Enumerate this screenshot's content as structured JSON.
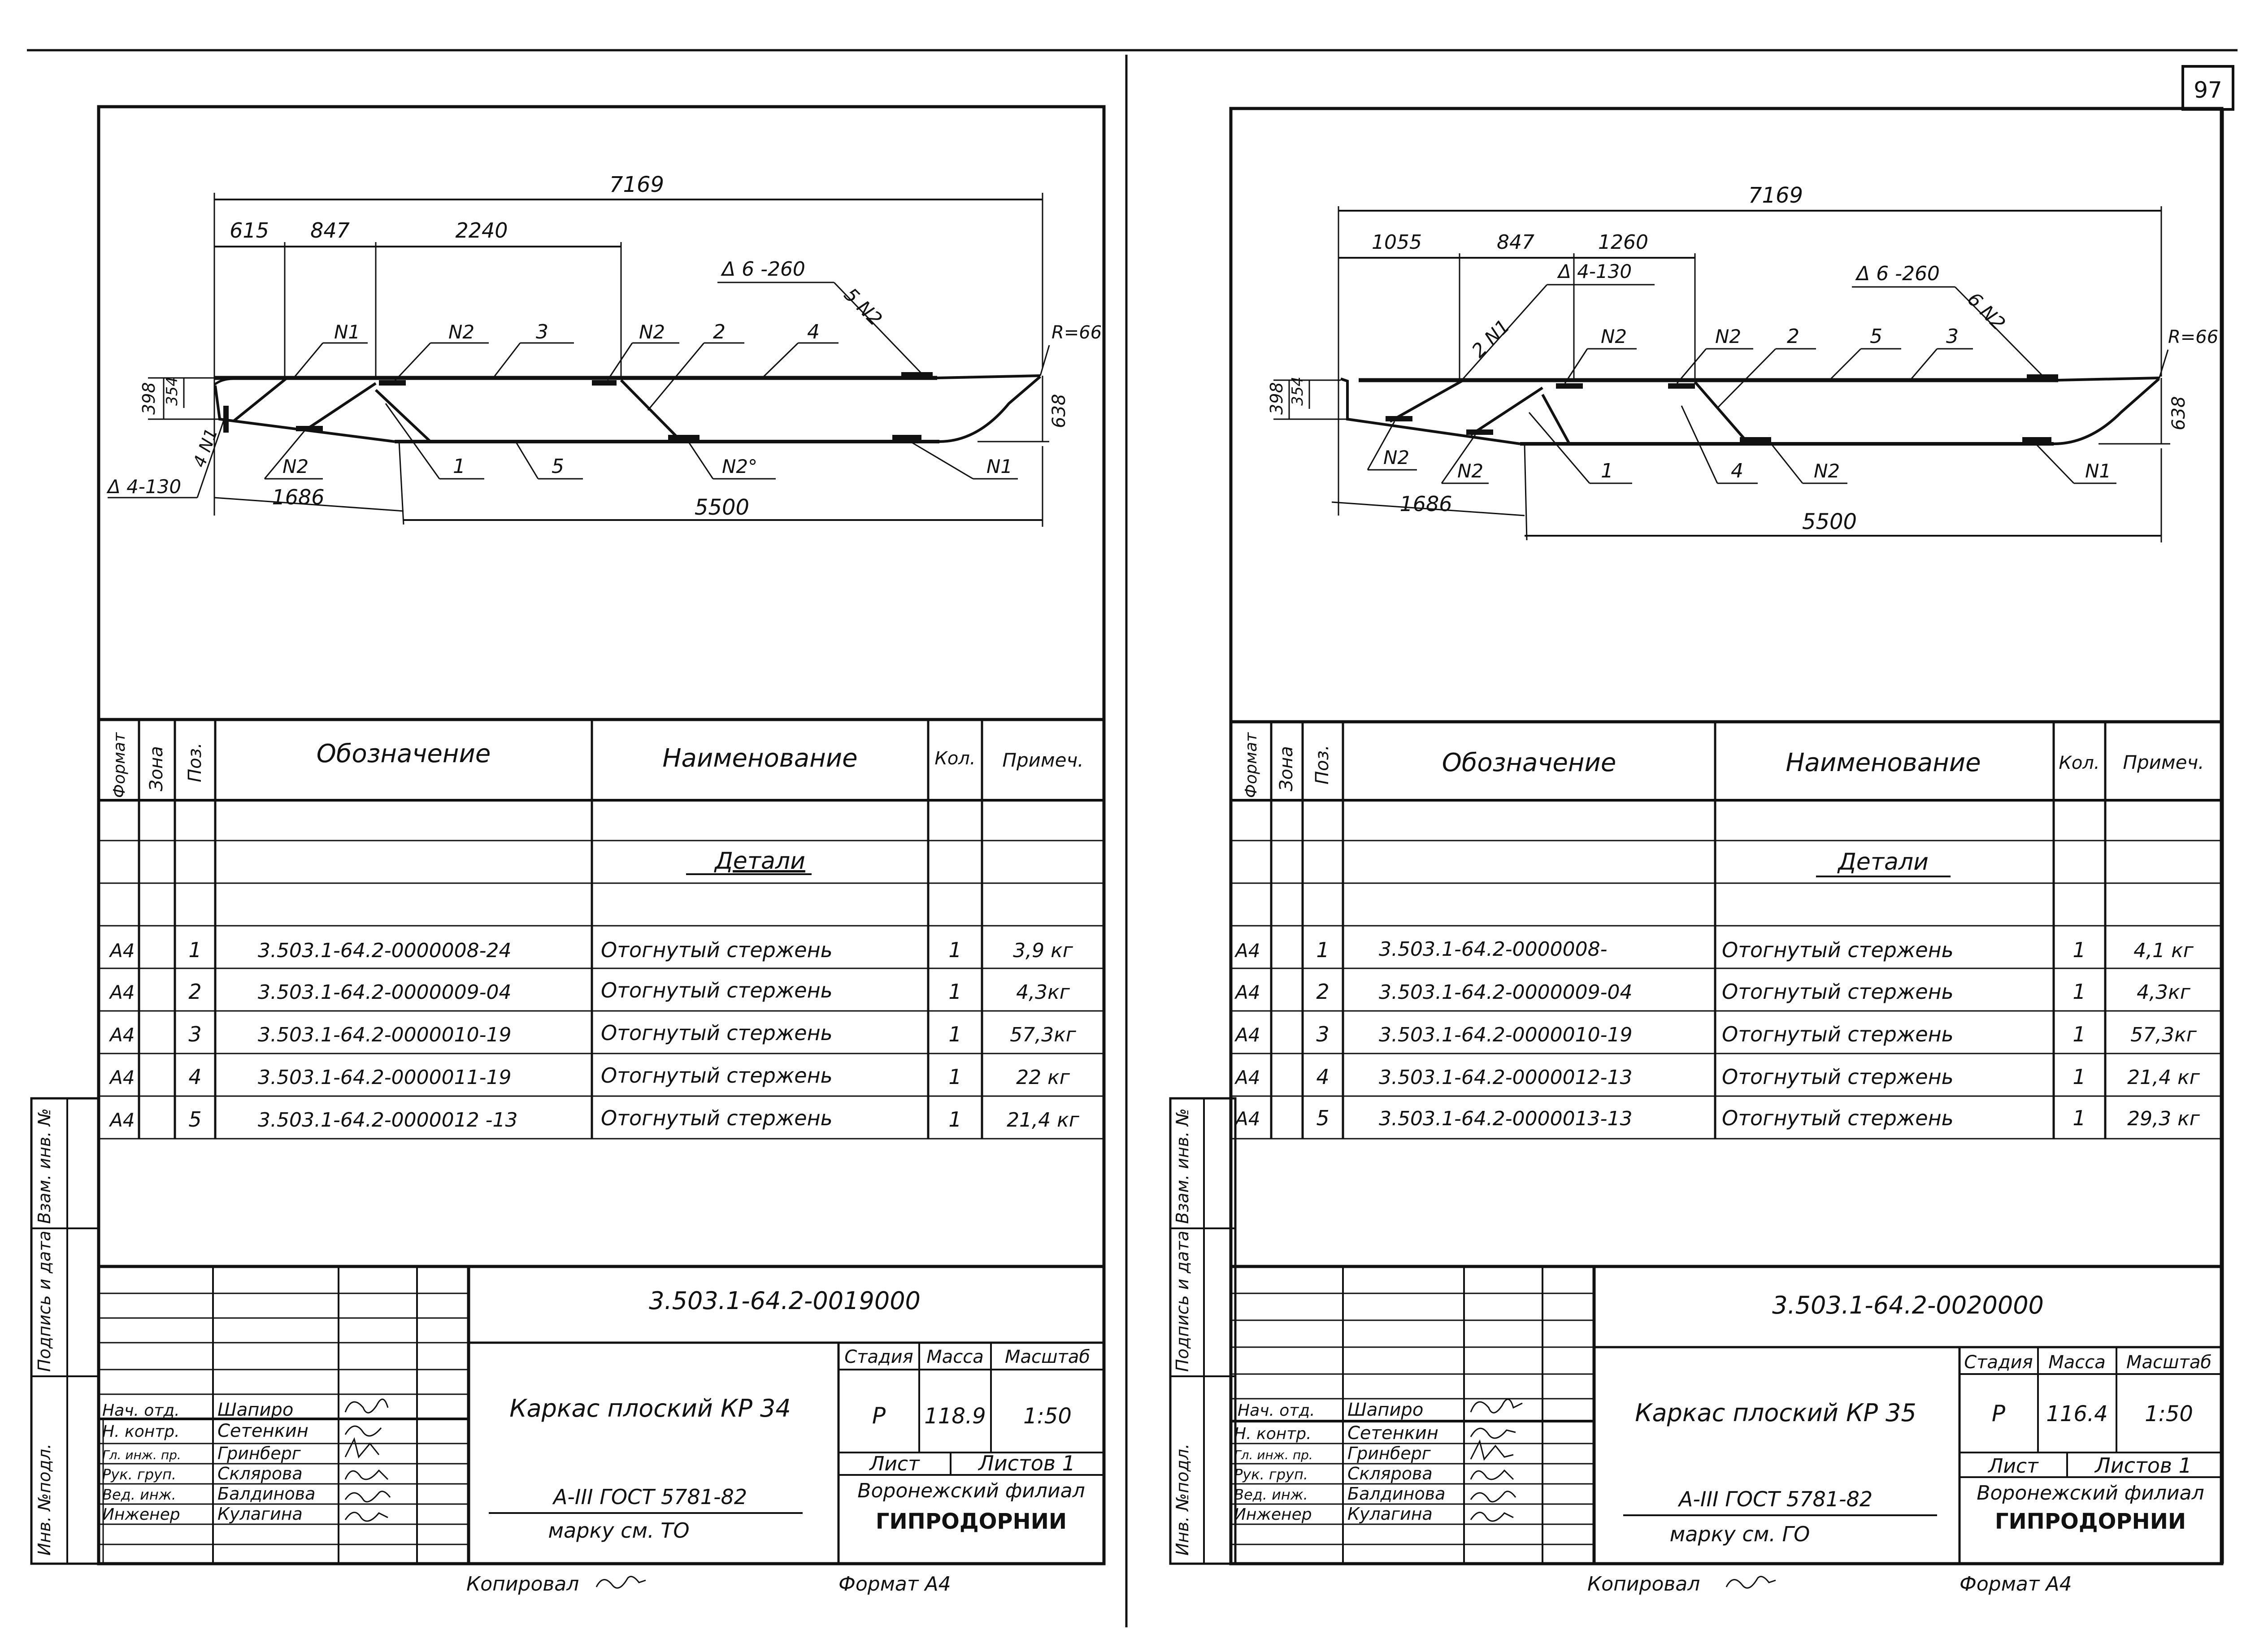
{
  "page_number": "97",
  "sheets": [
    {
      "dims": {
        "total": "7169",
        "d1": "615",
        "d2": "847",
        "d3": "2240",
        "bottom_left": "1686",
        "bottom_right": "5500",
        "h_outer": "398",
        "h_inner": "354",
        "h_right": "638",
        "radius": "R=66"
      },
      "callouts": {
        "weld_top": "Δ 6 -260",
        "weld_top_count": "5 N2",
        "weld_left": "Δ 4-130",
        "weld_left_count": "4 N1",
        "pos_labels": [
          "N1",
          "N2",
          "3",
          "N2",
          "2",
          "4",
          "N2",
          "1",
          "5",
          "N2°",
          "N1"
        ]
      },
      "spec_header": {
        "format": "Формат",
        "zone": "Зона",
        "pos": "Поз.",
        "designation": "Обозначение",
        "name": "Наименование",
        "qty": "Кол.",
        "note": "Примеч."
      },
      "section_title": "Детали",
      "rows": [
        {
          "format": "А4",
          "pos": "1",
          "designation": "3.503.1-64.2-0000008-24",
          "name": "Отогнутый   стержень",
          "qty": "1",
          "note": "3,9 кг"
        },
        {
          "format": "А4",
          "pos": "2",
          "designation": "3.503.1-64.2-0000009-04",
          "name": "Отогнутый  стержень",
          "qty": "1",
          "note": "4,3кг"
        },
        {
          "format": "А4",
          "pos": "3",
          "designation": "3.503.1-64.2-0000010-19",
          "name": "Отогнутый  стержень",
          "qty": "1",
          "note": "57,3кг"
        },
        {
          "format": "А4",
          "pos": "4",
          "designation": "3.503.1-64.2-0000011-19",
          "name": "Отогнутый  стержень",
          "qty": "1",
          "note": "22 кг"
        },
        {
          "format": "А4",
          "pos": "5",
          "designation": "3.503.1-64.2-0000012 -13",
          "name": "Отогнутый  стержень",
          "qty": "1",
          "note": "21,4 кг"
        }
      ],
      "side_labels": [
        "Инв. №подл.",
        "Подпись и дата",
        "Взам. инв. №"
      ],
      "title_block": {
        "code": "3.503.1-64.2-0019000",
        "title": "Каркас плоский КР 34",
        "stage_label": "Стадия",
        "mass_label": "Масса",
        "scale_label": "Масштаб",
        "stage": "Р",
        "mass": "118.9",
        "scale": "1:50",
        "sheet_label": "Лист",
        "sheets_label": "Листов 1",
        "org1": "Воронежский филиал",
        "org2": "ГИПРОДОРНИИ",
        "material": "А-III   ГОСТ 5781-82",
        "mark_ref": "марку см.  ТО",
        "roles": [
          "Нач. отд.",
          "Н. контр.",
          "Гл. инж. пр.",
          "Рук. груп.",
          "Вед. инж.",
          "Инженер"
        ],
        "names": [
          "Шапиро",
          "Сетенкин",
          "Гринберг",
          "Склярова",
          "Балдинова",
          "Кулагина"
        ],
        "copied": "Копировал",
        "format": "Формат А4"
      }
    },
    {
      "dims": {
        "total": "7169",
        "d1": "1055",
        "d2": "847",
        "d3": "1260",
        "bottom_left": "1686",
        "bottom_right": "5500",
        "h_outer": "398",
        "h_inner": "354",
        "h_right": "638",
        "radius": "R=66"
      },
      "callouts": {
        "weld_top": "Δ 6 -260",
        "weld_top_count": "6 N2",
        "weld_left": "Δ 4-130",
        "weld_left_count": "2 N1",
        "pos_labels": [
          "N2",
          "N2",
          "2",
          "5",
          "3",
          "N2",
          "N2",
          "1",
          "4",
          "N2",
          "N1"
        ]
      },
      "spec_header": {
        "format": "Формат",
        "zone": "Зона",
        "pos": "Поз.",
        "designation": "Обозначение",
        "name": "Наименование",
        "qty": "Кол.",
        "note": "Примеч."
      },
      "section_title": "Детали",
      "rows": [
        {
          "format": "А4",
          "pos": "1",
          "designation": "3.503.1-64.2-0000008-",
          "name": "Отогнутый   стержень",
          "qty": "1",
          "note": "4,1 кг"
        },
        {
          "format": "А4",
          "pos": "2",
          "designation": "3.503.1-64.2-0000009-04",
          "name": "Отогнутый  стержень",
          "qty": "1",
          "note": "4,3кг"
        },
        {
          "format": "А4",
          "pos": "3",
          "designation": "3.503.1-64.2-0000010-19",
          "name": "Отогнутый  стержень",
          "qty": "1",
          "note": "57,3кг"
        },
        {
          "format": "А4",
          "pos": "4",
          "designation": "3.503.1-64.2-0000012-13",
          "name": "Отогнутый  стержень",
          "qty": "1",
          "note": "21,4 кг"
        },
        {
          "format": "А4",
          "pos": "5",
          "designation": "3.503.1-64.2-0000013-13",
          "name": "Отогнутый   стержень",
          "qty": "1",
          "note": "29,3 кг"
        }
      ],
      "side_labels": [
        "Инв. №подл.",
        "Подпись и дата",
        "Взам. инв. №"
      ],
      "title_block": {
        "code": "3.503.1-64.2-0020000",
        "title": "Каркас плоский  КР 35",
        "stage_label": "Стадия",
        "mass_label": "Масса",
        "scale_label": "Масштаб",
        "stage": "Р",
        "mass": "116.4",
        "scale": "1:50",
        "sheet_label": "Лист",
        "sheets_label": "Листов 1",
        "org1": "Воронежский филиал",
        "org2": "ГИПРОДОРНИИ",
        "material": "А-III   ГОСТ 5781-82",
        "mark_ref": "марку см.   ГО",
        "roles": [
          "Нач. отд.",
          "Н. контр.",
          "Гл. инж. пр.",
          "Рук. груп.",
          "Вед. инж.",
          "Инженер"
        ],
        "names": [
          "Шапиро",
          "Сетенкин",
          "Гринберг",
          "Склярова",
          "Балдинова",
          "Кулагина"
        ],
        "copied": "Копировал",
        "format": "Формат А4"
      }
    }
  ]
}
